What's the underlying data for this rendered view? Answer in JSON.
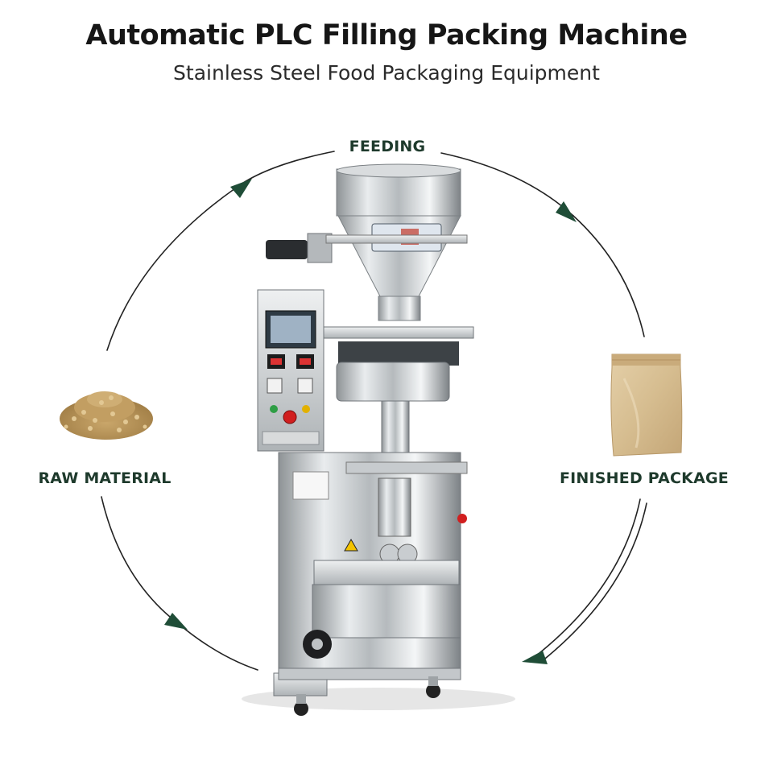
{
  "header": {
    "title": "Automatic PLC Filling Packing Machine",
    "subtitle": "Stainless Steel Food Packaging Equipment"
  },
  "cycle": {
    "steps": [
      {
        "label": "FEEDING"
      },
      {
        "label": "FINISHED PACKAGE"
      },
      {
        "label": "RAW MATERIAL"
      }
    ],
    "arrow_color": "#1f4d37"
  }
}
